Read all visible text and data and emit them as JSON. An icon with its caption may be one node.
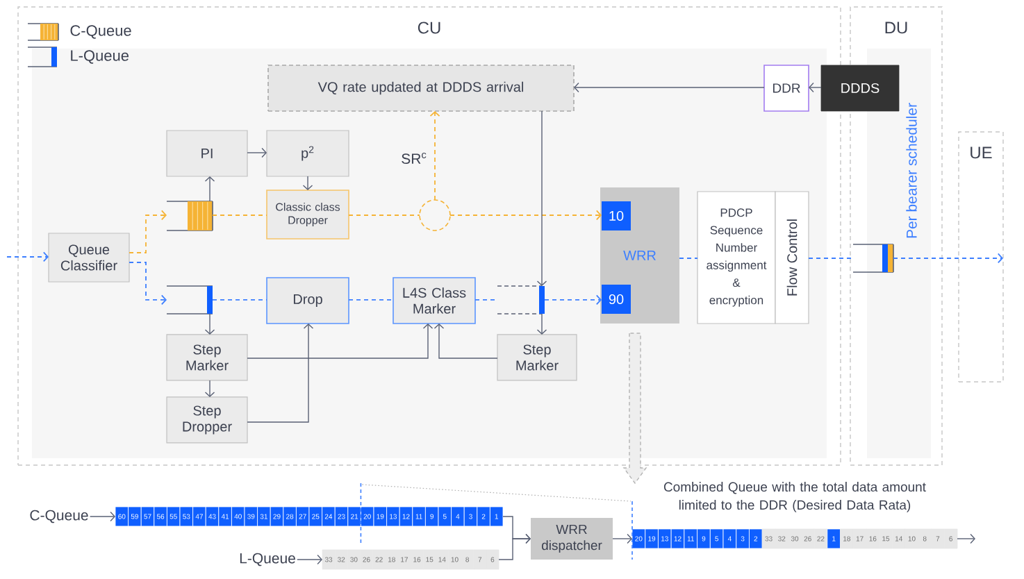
{
  "diagram": {
    "nodes": [
      {
        "text": [
          "CU"
        ]
      },
      {
        "text": [
          "DU",
          "Per bearer scheduler"
        ]
      },
      {
        "text": [
          "UE"
        ]
      },
      {
        "text": [
          "VQ rate updated at DDDS arrival"
        ],
        "in": 0
      },
      {
        "text": [
          "DDR"
        ],
        "in": 0
      },
      {
        "text": [
          "DDDS"
        ]
      },
      {
        "text": [
          "PI"
        ],
        "in": 0
      },
      {
        "text": [
          "p$^{2}$"
        ],
        "in": 0
      },
      {
        "text": [
          "Classic class Dropper"
        ],
        "in": 0
      },
      {
        "text": [],
        "shape": "box",
        "in": 0
      },
      {
        "text": [],
        "shape": "circle",
        "in": 0
      },
      {
        "text": [
          "WRR"
        ],
        "in": 0
      },
      {
        "text": [
          "10"
        ],
        "in": 11
      },
      {
        "text": [
          "90"
        ],
        "in": 11
      },
      {
        "text": [
          "PDCP Sequence Number assignment & encryption"
        ],
        "in": 0
      },
      {
        "text": [
          "Flow Control"
        ],
        "in": 0
      },
      {
        "text": [],
        "shape": "box",
        "in": 1
      },
      {
        "text": [
          "Queue Classifier"
        ],
        "in": 0
      },
      {
        "text": [],
        "shape": "box",
        "in": 0
      },
      {
        "text": [
          "Drop"
        ],
        "in": 0
      },
      {
        "text": [
          "L4S Class Marker"
        ],
        "in": 0
      },
      {
        "text": [],
        "shape": "box",
        "in": 0
      },
      {
        "text": [
          "Step Marker"
        ],
        "in": 0
      },
      {
        "text": [
          "Step Marker"
        ],
        "in": 0
      },
      {
        "text": [
          "Step Dropper"
        ],
        "in": 0
      },
      {
        "text": [
          "C-Queue"
        ]
      },
      {
        "text": [
          "60",
          "59",
          "57",
          "56",
          "55",
          "53",
          "47",
          "43",
          "41",
          "40",
          "39",
          "31",
          "29",
          "28",
          "27",
          "25",
          "24",
          "23",
          "21",
          "20",
          "19",
          "13",
          "12",
          "11",
          "9",
          "5",
          "4",
          "3",
          "2",
          "1"
        ]
      },
      {
        "text": [
          "L-Queue"
        ]
      },
      {
        "text": [
          "33",
          "32",
          "30",
          "26",
          "22",
          "18",
          "17",
          "16",
          "15",
          "14",
          "10",
          "8",
          "7",
          "6"
        ]
      },
      {
        "text": [
          "WRR dispatcher"
        ]
      },
      {
        "text": [
          "20",
          "19",
          "13",
          "12",
          "11",
          "9",
          "5",
          "4",
          "3",
          "2",
          "33",
          "32",
          "30",
          "26",
          "22",
          "1",
          "18",
          "17",
          "16",
          "15",
          "14",
          "10",
          "8",
          "7",
          "6"
        ],
        "beside": [
          "Combined Queue with the total data amount limited to the DDR (Desired Data Rata)"
        ]
      }
    ],
    "edges": [
      {
        "from": null,
        "to": 17,
        "arrow": "to",
        "style": "dashed",
        "color": "#3d7fff"
      },
      {
        "from": 5,
        "to": 4,
        "arrow": "to"
      },
      {
        "from": 4,
        "to": 3,
        "arrow": "to"
      },
      {
        "from": 6,
        "to": 7,
        "arrow": "to"
      },
      {
        "from": 9,
        "to": 6,
        "arrow": "to"
      },
      {
        "from": 7,
        "to": 8,
        "arrow": "to"
      },
      {
        "from": 17,
        "to": 9,
        "arrow": "to",
        "style": "dashed",
        "color": "#f5b335"
      },
      {
        "from": 9,
        "to": 8,
        "arrow": "none",
        "style": "dashed",
        "color": "#f5b335"
      },
      {
        "from": 8,
        "to": 10,
        "arrow": "none",
        "style": "dashed",
        "color": "#f5b335"
      },
      {
        "from": 10,
        "to": 12,
        "arrow": "to",
        "style": "dashed",
        "color": "#f5b335"
      },
      {
        "from": 10,
        "to": 3,
        "arrow": "to",
        "style": "dashed",
        "color": "#f5b335",
        "label": "SR$^{c}$"
      },
      {
        "from": 17,
        "to": 18,
        "arrow": "to",
        "style": "dashed",
        "color": "#3d7fff"
      },
      {
        "from": 18,
        "to": 19,
        "arrow": "none",
        "style": "dashed",
        "color": "#3d7fff"
      },
      {
        "from": 19,
        "to": 20,
        "arrow": "none",
        "style": "dashed",
        "color": "#3d7fff"
      },
      {
        "from": 20,
        "to": 21,
        "arrow": "none",
        "style": "dashed",
        "color": "#3d7fff"
      },
      {
        "from": 21,
        "to": 13,
        "arrow": "to",
        "style": "dashed",
        "color": "#3d7fff"
      },
      {
        "from": 3,
        "to": 21,
        "arrow": "to"
      },
      {
        "from": 21,
        "to": 23,
        "arrow": "to"
      },
      {
        "from": 18,
        "to": 22,
        "arrow": "to"
      },
      {
        "from": 22,
        "to": 24,
        "arrow": "to"
      },
      {
        "from": 22,
        "to": 20,
        "arrow": "to"
      },
      {
        "from": 23,
        "to": 20,
        "arrow": "to"
      },
      {
        "from": 24,
        "to": 19,
        "arrow": "to"
      },
      {
        "from": 11,
        "to": 14,
        "arrow": "none",
        "style": "dashed",
        "color": "#3d7fff"
      },
      {
        "from": 15,
        "to": 16,
        "arrow": "none",
        "style": "dashed",
        "color": "#3d7fff"
      },
      {
        "from": 16,
        "to": 2,
        "arrow": "to",
        "style": "dashed",
        "color": "#3d7fff"
      },
      {
        "from": 11,
        "to": 30,
        "arrow": "to",
        "style": "thick",
        "color": "#b4b4b4"
      },
      {
        "from": 25,
        "to": 26,
        "arrow": "to"
      },
      {
        "from": 27,
        "to": 28,
        "arrow": "to"
      },
      {
        "from": 26,
        "to": 29,
        "arrow": "to"
      },
      {
        "from": 28,
        "to": 29,
        "arrow": "to"
      },
      {
        "from": 29,
        "to": 30,
        "arrow": "to"
      },
      {
        "from": 30,
        "to": null,
        "arrow": "to"
      }
    ],
    "legend": [
      {
        "text": "C-Queue"
      },
      {
        "text": "L-Queue"
      }
    ]
  }
}
